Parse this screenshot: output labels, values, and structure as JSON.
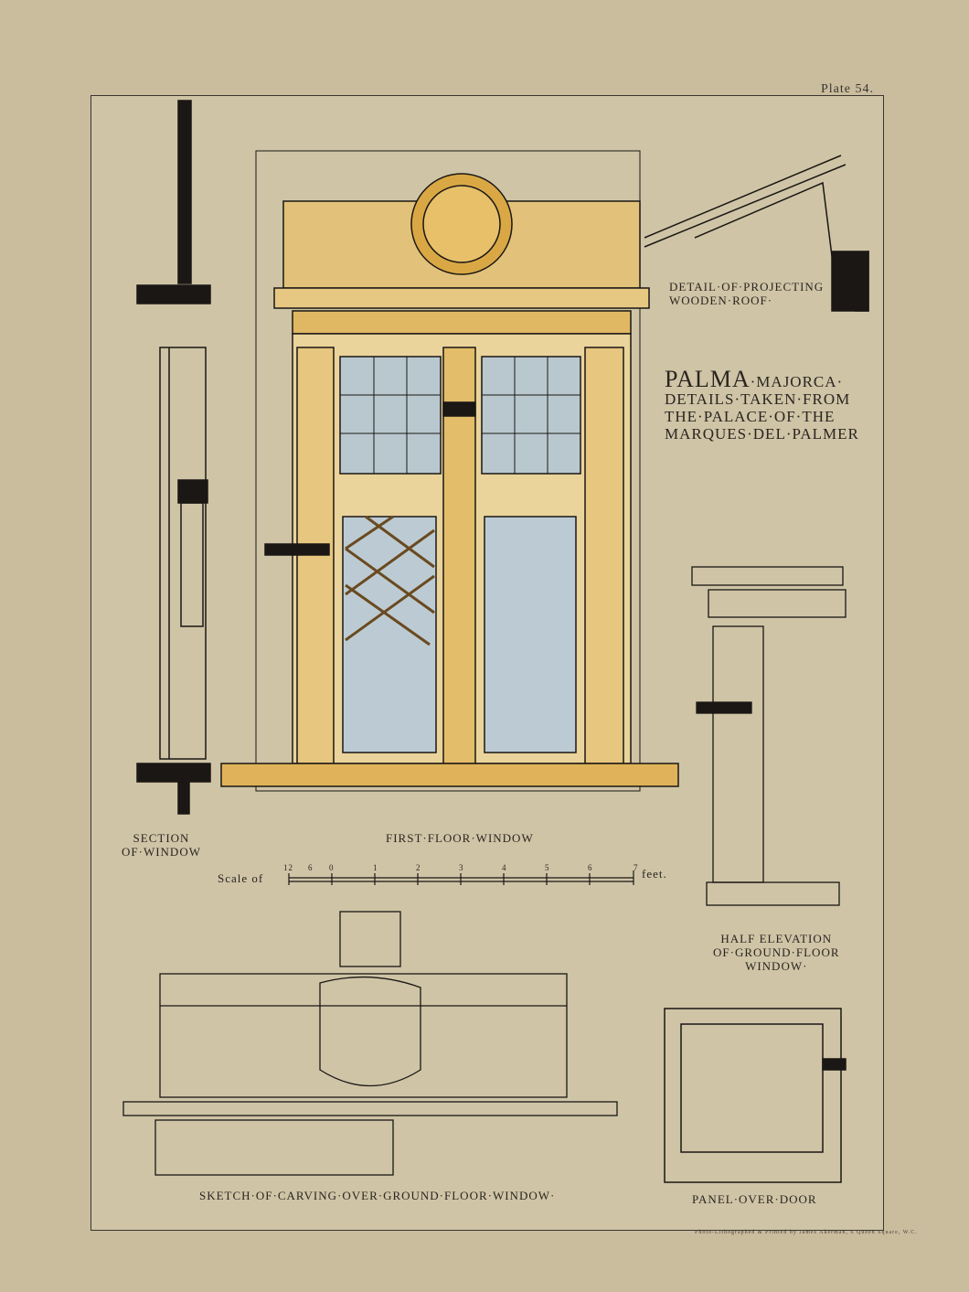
{
  "plate_number": "Plate 54.",
  "title": {
    "line1_big": "PALMA",
    "line1_small": "·MAJORCA·",
    "line2": "DETAILS·TAKEN·FROM",
    "line3": "THE·PALACE·OF·THE",
    "line4": "MARQUES·DEL·PALMER"
  },
  "captions": {
    "roof": [
      "DETAIL·OF·PROJECTING",
      "WOODEN·ROOF·"
    ],
    "section": [
      "SECTION",
      "OF·WINDOW"
    ],
    "first_floor": "FIRST·FLOOR·WINDOW",
    "half_elevation": [
      "HALF ELEVATION",
      "OF·GROUND·FLOOR",
      "WINDOW·"
    ],
    "carving": "SKETCH·OF·CARVING·OVER·GROUND·FLOOR·WINDOW·",
    "panel": "PANEL·OVER·DOOR"
  },
  "scale": {
    "label": "Scale of",
    "unit": "feet.",
    "ticks": [
      "12",
      "6",
      "0",
      "1",
      "2",
      "3",
      "4",
      "5",
      "6",
      "7"
    ]
  },
  "credit": "Photo-Lithographed & Printed by James Akerman, 6 Queen Square, W.C.",
  "colors": {
    "paper": "#c9bd9e",
    "ochre": "#d9a845",
    "glass": "#b9c8cf",
    "ink": "#1a1714"
  }
}
